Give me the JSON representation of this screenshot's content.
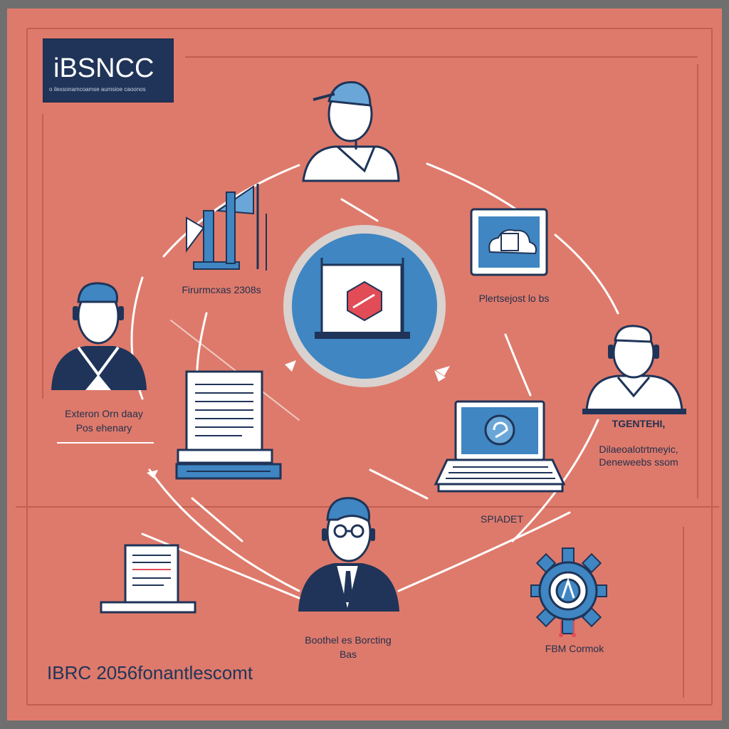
{
  "logo": {
    "title": "iBSNCC",
    "subtitle": "o ilexsonamcoamse aumsioe caoonos"
  },
  "nodes": {
    "top_person": {
      "icon": "person-cap-icon"
    },
    "network_router": {
      "icon": "router-icon",
      "label": "Firurmcxas 2308s"
    },
    "hub": {
      "icon": "hub-icon"
    },
    "cloud_monitor": {
      "icon": "cloud-monitor-icon",
      "label": "Plertsejost lo bs"
    },
    "left_person": {
      "icon": "person-headset-icon",
      "label_line1": "Exteron Orn daay",
      "label_line2": "Pos ehenary"
    },
    "right_person": {
      "icon": "person-headset-icon",
      "label_line1": "TGENTEHI,",
      "label_line2": "Dilaeoalotrtmeyic,",
      "label_line3": "Deneweebs ssom"
    },
    "server": {
      "icon": "server-icon"
    },
    "laptop": {
      "icon": "laptop-icon",
      "label": "SPIADET"
    },
    "bottom_person": {
      "icon": "person-glasses-icon",
      "label_line1": "Boothel es Borcting",
      "label_line2": "Bas"
    },
    "document": {
      "icon": "document-icon"
    },
    "gear": {
      "icon": "gear-icon",
      "label": "FBM Cormok"
    }
  },
  "footer": {
    "text": "IBRC 2056fonantlescomt"
  },
  "colors": {
    "background": "#de7a6b",
    "navy": "#1f3458",
    "blue": "#3f86c2",
    "light_blue": "#6aa7d8",
    "white": "#ffffff",
    "accent_red": "#e14c56"
  }
}
